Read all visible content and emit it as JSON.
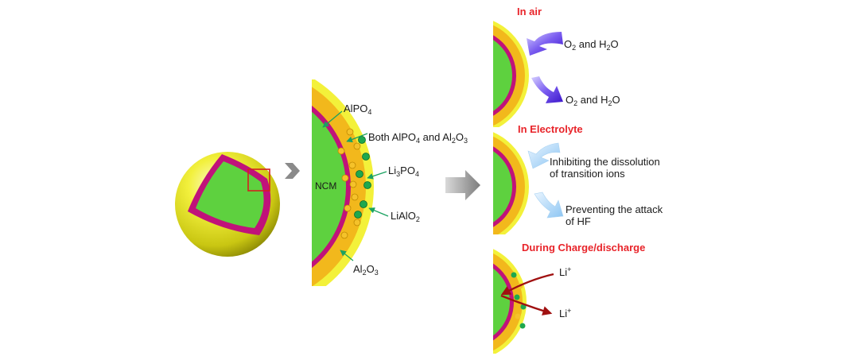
{
  "colors": {
    "core_green": "#5ed13f",
    "magenta_layer": "#c0127a",
    "orange_layer": "#f2b81c",
    "yellow_shell": "#f3f13a",
    "header_red": "#e8242a",
    "arrow_gray": "#8a8a8a",
    "pointer_green": "#1aa260",
    "li_arrow": "#a01010"
  },
  "icons": {
    "process_arrow": "gray-right-arrow",
    "air_arrows": "purple-curved-arrow",
    "electrolyte_arrows": "light-blue-curved-arrow",
    "li_arrows": "red-li-arrow"
  },
  "middle": {
    "core_label": "NCM",
    "alpo4": "AlPO4",
    "both": "Both AlPO4 and Al2O3",
    "li3po4": "Li3PO4",
    "lialo2": "LiAlO2",
    "al2o3": "Al2O3"
  },
  "right": {
    "air": {
      "header": "In air",
      "label_top": "O2 and H2O",
      "label_bottom": "O2 and H2O"
    },
    "electrolyte": {
      "header": "In Electrolyte",
      "label_top": "Inhibiting the dissolution of transition ions",
      "label_bottom": "Preventing the attack of HF"
    },
    "charge": {
      "header": "During Charge/discharge",
      "label_top": "Li+",
      "label_bottom": "Li+"
    }
  }
}
